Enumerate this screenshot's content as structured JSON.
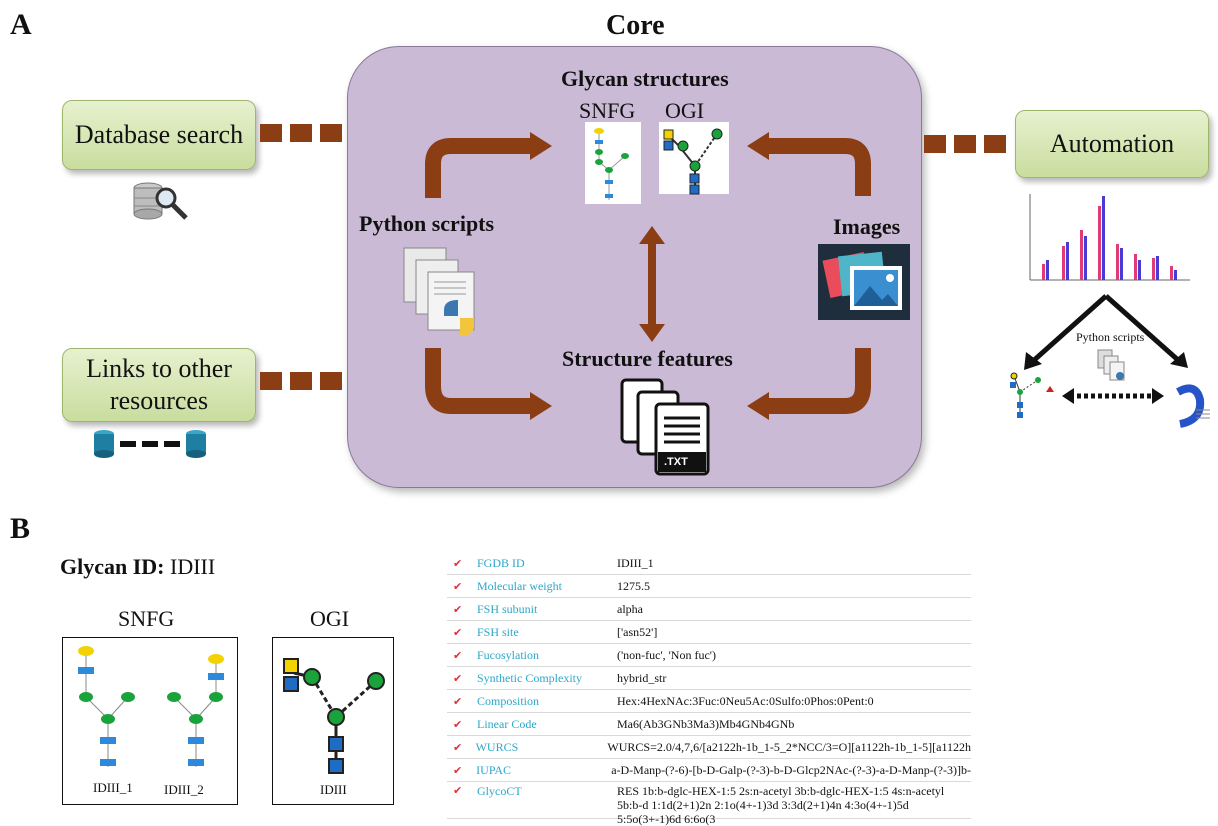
{
  "panel_a": {
    "letter": "A",
    "core_title": "Core",
    "left_boxes": [
      {
        "id": "database-search",
        "label": "Database search"
      },
      {
        "id": "links",
        "label": "Links to other resources"
      }
    ],
    "right_box": {
      "label": "Automation"
    },
    "glycan_structures": {
      "title": "Glycan structures",
      "snfg": "SNFG",
      "ogi": "OGI"
    },
    "python_scripts": "Python scripts",
    "images": "Images",
    "structure_features": "Structure features",
    "txt_label": ".TXT",
    "automation_python": "Python scripts",
    "colors": {
      "core": "#cabad6",
      "arrow": "#8b3d14",
      "box": "#d7e7b5"
    }
  },
  "panel_b": {
    "letter": "B",
    "glycan_id_label": "Glycan ID:",
    "glycan_id_value": "IDIII",
    "snfg_title": "SNFG",
    "ogi_title": "OGI",
    "snfg_labels": [
      "IDIII_1",
      "IDIII_2"
    ],
    "ogi_label": "IDIII",
    "table": [
      {
        "key": "FGDB ID",
        "value": "IDIII_1"
      },
      {
        "key": "Molecular weight",
        "value": "1275.5"
      },
      {
        "key": "FSH subunit",
        "value": "alpha"
      },
      {
        "key": " FSH site",
        "value": "['asn52']"
      },
      {
        "key": " Fucosylation",
        "value": "('non-fuc', 'Non fuc')"
      },
      {
        "key": " Synthetic Complexity",
        "value": "hybrid_str"
      },
      {
        "key": "Composition",
        "value": "Hex:4HexNAc:3Fuc:0Neu5Ac:0Sulfo:0Phos:0Pent:0"
      },
      {
        "key": "Linear Code",
        "value": "Ma6(Ab3GNb3Ma3)Mb4GNb4GNb"
      },
      {
        "key": "WURCS",
        "value": "WURCS=2.0/4,7,6/[a2122h-1b_1-5_2*NCC/3=O][a1122h-1b_1-5][a1122h"
      },
      {
        "key": "IUPAC",
        "value": "a-D-Manp-(?-6)-[b-D-Galp-(?-3)-b-D-Glcp2NAc-(?-3)-a-D-Manp-(?-3)]b-"
      },
      {
        "key": "GlycoCT",
        "value": "RES 1b:b-dglc-HEX-1:5 2s:n-acetyl 3b:b-dglc-HEX-1:5 4s:n-acetyl 5b:b-d 1:1d(2+1)2n 2:1o(4+-1)3d 3:3d(2+1)4n 4:3o(4+-1)5d 5:5o(3+-1)6d 6:6o(3"
      }
    ]
  }
}
